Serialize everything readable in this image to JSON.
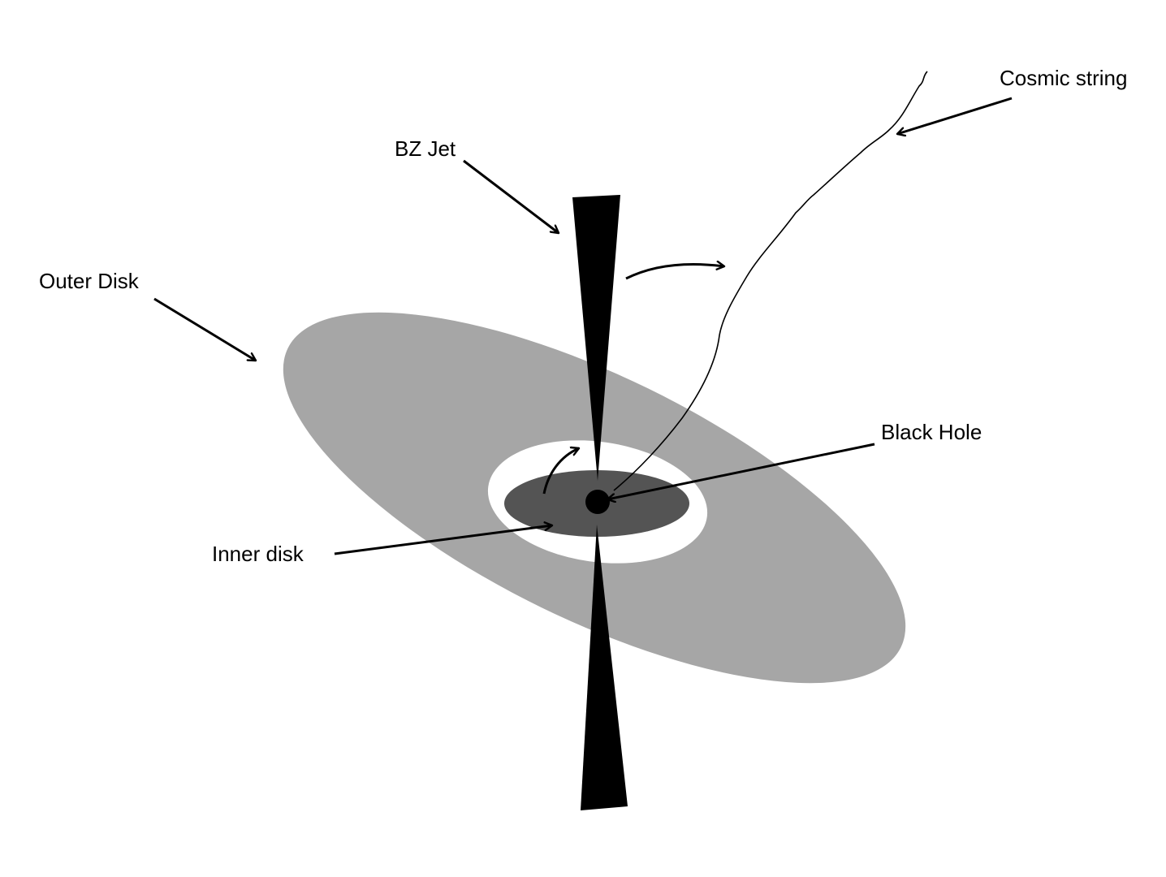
{
  "labels": {
    "cosmic_string": "Cosmic string",
    "bz_jet": "BZ Jet",
    "outer_disk": "Outer Disk",
    "black_hole": "Black Hole",
    "inner_disk": "Inner disk"
  },
  "colors": {
    "outer_disk": "#a6a6a6",
    "inner_gap": "#ffffff",
    "inner_disk": "#545454",
    "jet": "#000000",
    "black_hole": "#000000",
    "string": "#000000",
    "arrows": "#000000",
    "background": "#ffffff"
  }
}
